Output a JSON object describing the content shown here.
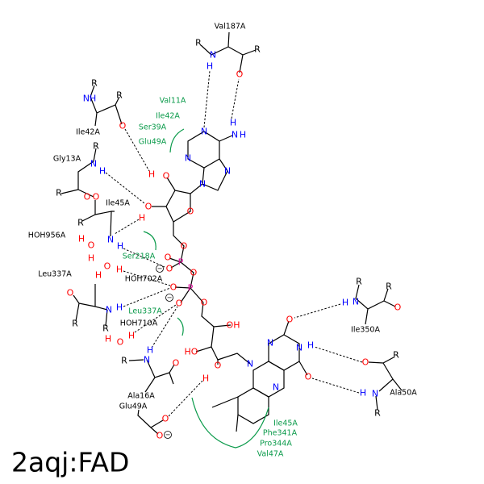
{
  "title": "2aqj:FAD",
  "atoms": {
    "O": "O",
    "N": "N",
    "H": "H",
    "P": "P",
    "R": "R",
    "NH": "NH",
    "OH": "OH",
    "HO": "HO",
    "minus": "−"
  },
  "residues": {
    "val187": "Val187A",
    "ile42": "Ile42A",
    "gly13": "Gly13A",
    "ile45": "Ile45A",
    "hoh956": "HOH956A",
    "leu337_label": "Leu337A",
    "hoh702": "HOH702A",
    "leu337": "Leu337A",
    "hoh710": "HOH710A",
    "ala16": "Ala16A",
    "glu49": "Glu49A",
    "ile350": "Ile350A",
    "ala50": "Ala50A"
  },
  "hydrophobic": {
    "val11": "Val11A",
    "ile42": "Ile42A",
    "ser39": "Ser39A",
    "glu49": "Glu49A",
    "ser218": "Ser218A",
    "leu337": "Leu337A",
    "ile45": "Ile45A",
    "phe341": "Phe341A",
    "pro344": "Pro344A",
    "val47": "Val47A"
  },
  "colors": {
    "oxygen": "#ff0000",
    "nitrogen": "#0000ff",
    "phosphorus": "#e0009a",
    "hydrophobic": "#0a9a4a"
  }
}
